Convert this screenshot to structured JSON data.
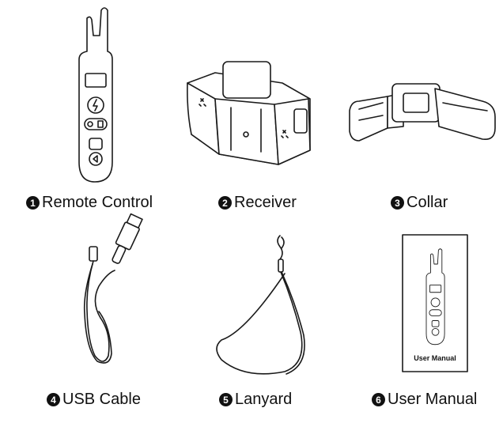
{
  "items": [
    {
      "number": "1",
      "label": "Remote Control",
      "icon": "remote-control"
    },
    {
      "number": "2",
      "label": "Receiver",
      "icon": "receiver"
    },
    {
      "number": "3",
      "label": "Collar",
      "icon": "collar"
    },
    {
      "number": "4",
      "label": "USB Cable",
      "icon": "usb-cable"
    },
    {
      "number": "5",
      "label": "Lanyard",
      "icon": "lanyard"
    },
    {
      "number": "6",
      "label": "User Manual",
      "icon": "user-manual"
    }
  ],
  "manual_cover_text": "User Manual"
}
